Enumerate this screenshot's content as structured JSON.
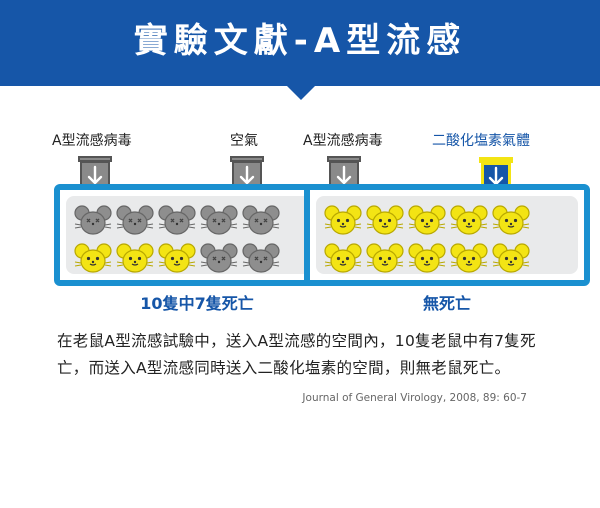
{
  "header": {
    "title": "實驗文獻-A型流感"
  },
  "left_panel": {
    "label_virus": "A型流感病毒",
    "label_air": "空氣",
    "caption": "10隻中7隻死亡",
    "mice": [
      "dead",
      "dead",
      "dead",
      "dead",
      "dead",
      "alive",
      "alive",
      "alive",
      "dead",
      "dead"
    ]
  },
  "right_panel": {
    "label_virus": "A型流感病毒",
    "label_co2": "二酸化塩素氣體",
    "caption": "無死亡",
    "mice": [
      "alive",
      "alive",
      "alive",
      "alive",
      "alive",
      "alive",
      "alive",
      "alive",
      "alive",
      "alive"
    ]
  },
  "description": "在老鼠A型流感試驗中，送入A型流感的空間內，10隻老鼠中有7隻死亡，而送入A型流感同時送入二酸化塩素的空間，則無老鼠死亡。",
  "citation": "Journal of General Virology, 2008, 89: 60-7",
  "colors": {
    "banner": "#1656a8",
    "chamber_border": "#1a90d0",
    "dead_mouse": "#8e8e8e",
    "alive_mouse": "#f3e414",
    "co2_highlight": "#f3e414"
  },
  "icons": {
    "nozzle_arrow": "arrow-down-icon",
    "mouse": "mouse-icon"
  }
}
